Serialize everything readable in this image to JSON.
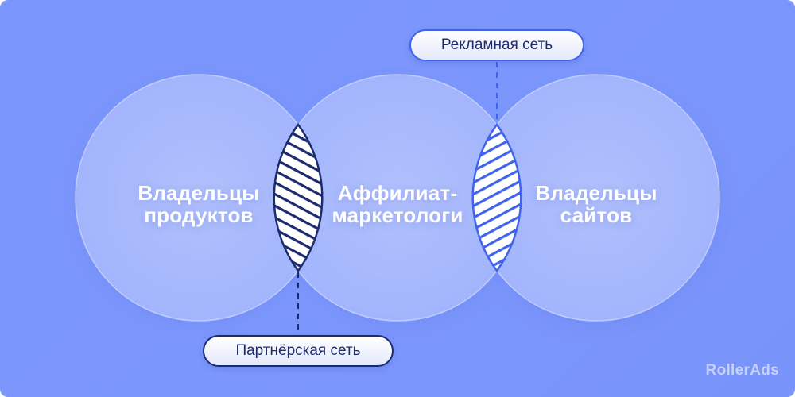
{
  "diagram": {
    "type": "venn",
    "circles": [
      {
        "id": "left",
        "label_line1": "Владельцы",
        "label_line2": "продуктов"
      },
      {
        "id": "middle",
        "label_line1": "Аффилиат-",
        "label_line2": "маркетологи"
      },
      {
        "id": "right",
        "label_line1": "Владельцы",
        "label_line2": "сайтов"
      }
    ],
    "intersections": [
      {
        "between": [
          "left",
          "middle"
        ],
        "label": "Партнёрская сеть",
        "stroke_color": "#1c2a6e",
        "callout_position": "bottom"
      },
      {
        "between": [
          "middle",
          "right"
        ],
        "label": "Рекламная сеть",
        "stroke_color": "#3f63ec",
        "callout_position": "top"
      }
    ]
  },
  "brand": {
    "name": "RollerAds"
  },
  "colors": {
    "background": "#7b96fb",
    "circle_fill": "#aebefd",
    "navy": "#1c2a6e",
    "accent_blue": "#3f63ec",
    "label_text": "#ffffff"
  }
}
